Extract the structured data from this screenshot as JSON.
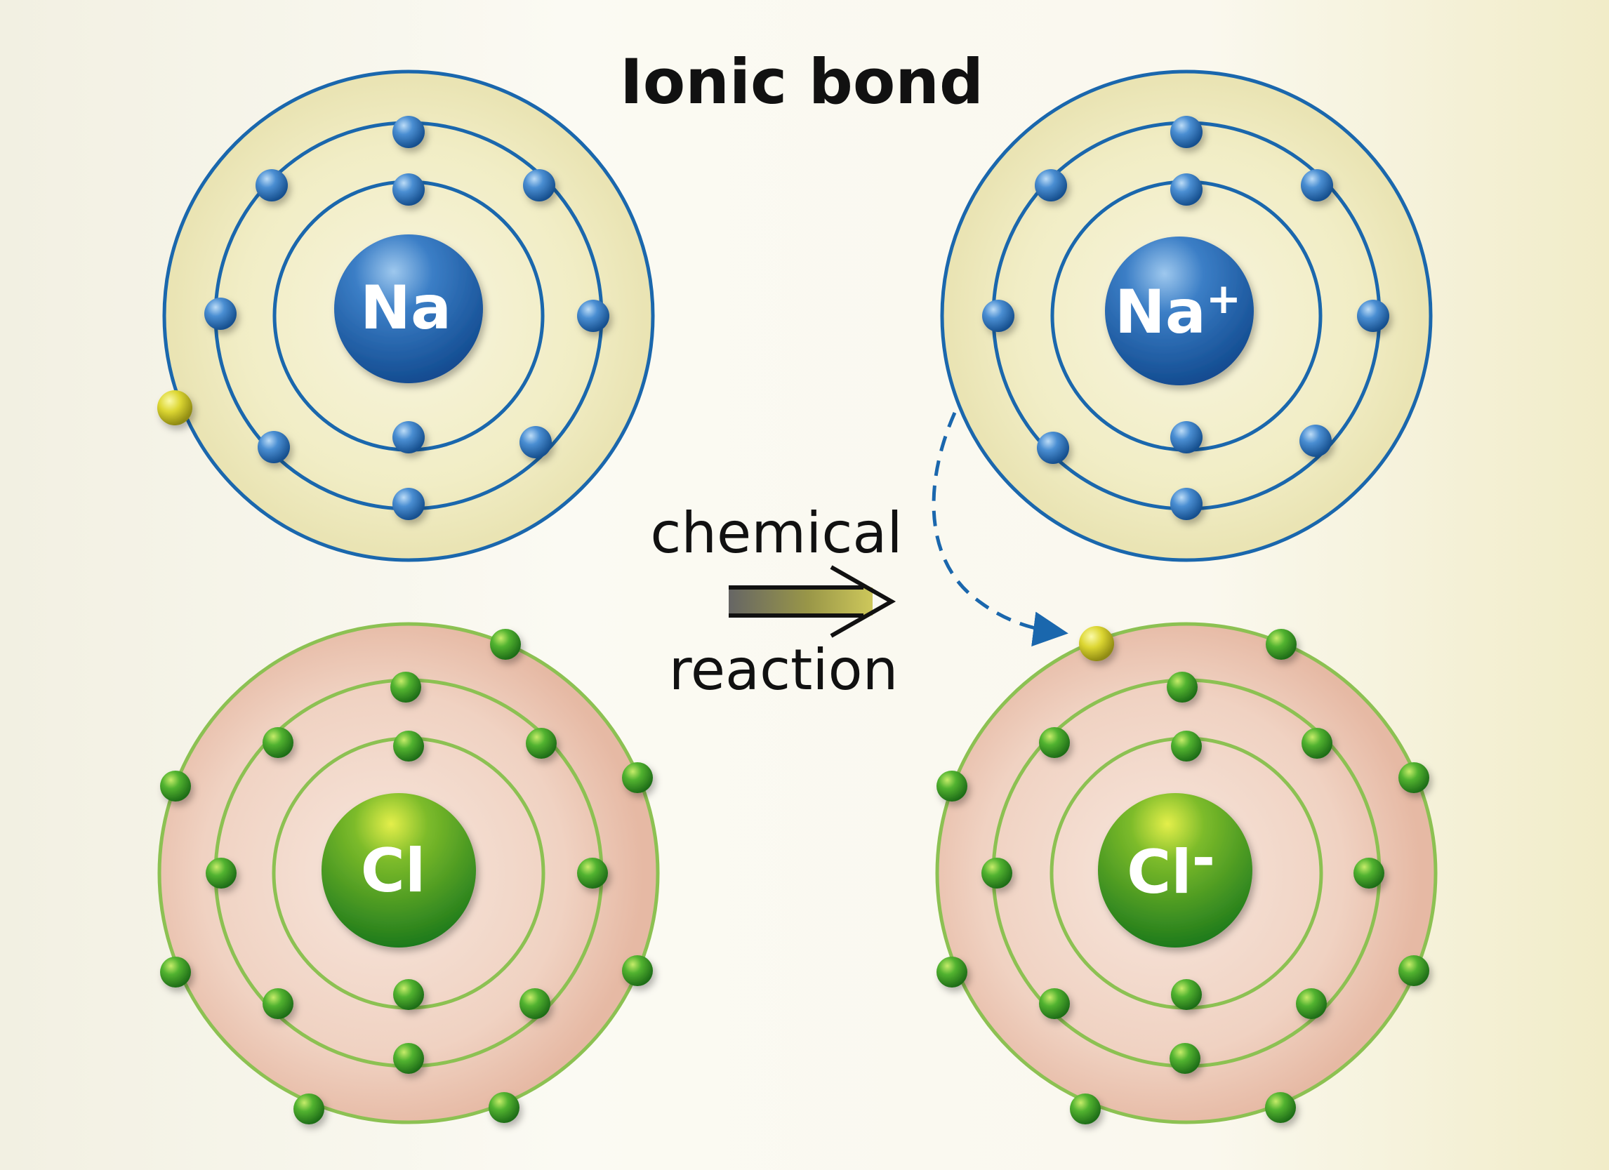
{
  "title": "Ionic bond",
  "arrow": {
    "label_top": "chemical",
    "label_bottom": "reaction"
  },
  "atoms": {
    "na": {
      "symbol": "Na",
      "shell_electrons": [
        2,
        8,
        1
      ]
    },
    "na_ion": {
      "symbol": "Na",
      "charge": "+",
      "shell_electrons": [
        2,
        8,
        0
      ]
    },
    "cl": {
      "symbol": "Cl",
      "shell_electrons": [
        2,
        8,
        7
      ]
    },
    "cl_ion": {
      "symbol": "Cl",
      "charge": "-",
      "shell_electrons": [
        2,
        8,
        8
      ]
    }
  },
  "colors": {
    "sodium_shell": "#1a67ad",
    "sodium_electron": "#2f6fb8",
    "chlorine_shell": "#8cc152",
    "chlorine_electron": "#3a9a24",
    "transferred_electron": "#d8d42a",
    "sodium_fill": "#f1edc4",
    "chlorine_fill": "#f0d2c2"
  }
}
